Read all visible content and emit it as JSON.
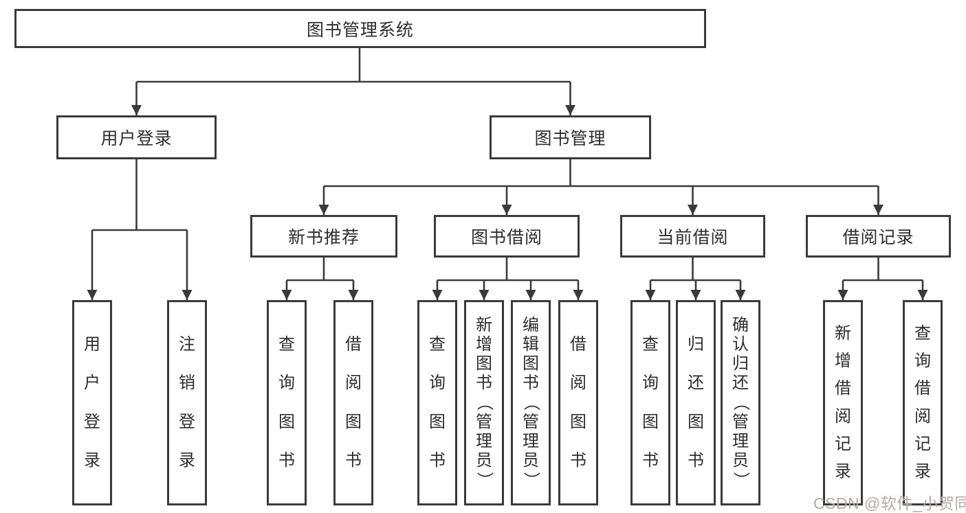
{
  "diagram": {
    "nodes": {
      "root": "图书管理系统",
      "user_login": "用户登录",
      "book_mgmt": "图书管理",
      "new_books": "新书推荐",
      "book_borrow": "图书借阅",
      "current_borrow": "当前借阅",
      "borrow_records": "借阅记录"
    },
    "leaves": {
      "user_login": [
        "用户登录",
        "注销登录"
      ],
      "new_books": [
        "查询图书",
        "借阅图书"
      ],
      "book_borrow": [
        "查询图书",
        "新增图书（管理员）",
        "编辑图书（管理员）",
        "借阅图书"
      ],
      "current_borrow": [
        "查询图书",
        "归还图书",
        "确认归还（管理员）"
      ],
      "borrow_records": [
        "新增借阅记录",
        "查询借阅记录"
      ]
    }
  },
  "watermark": {
    "text": "CSDN @软件_小贺同学",
    "color": "#b7a8a8"
  },
  "colors": {
    "background": "#ffffff",
    "box_border": "#3a3a3a",
    "connector_line": "#3a3a3a",
    "text": "#2d2d2d"
  }
}
